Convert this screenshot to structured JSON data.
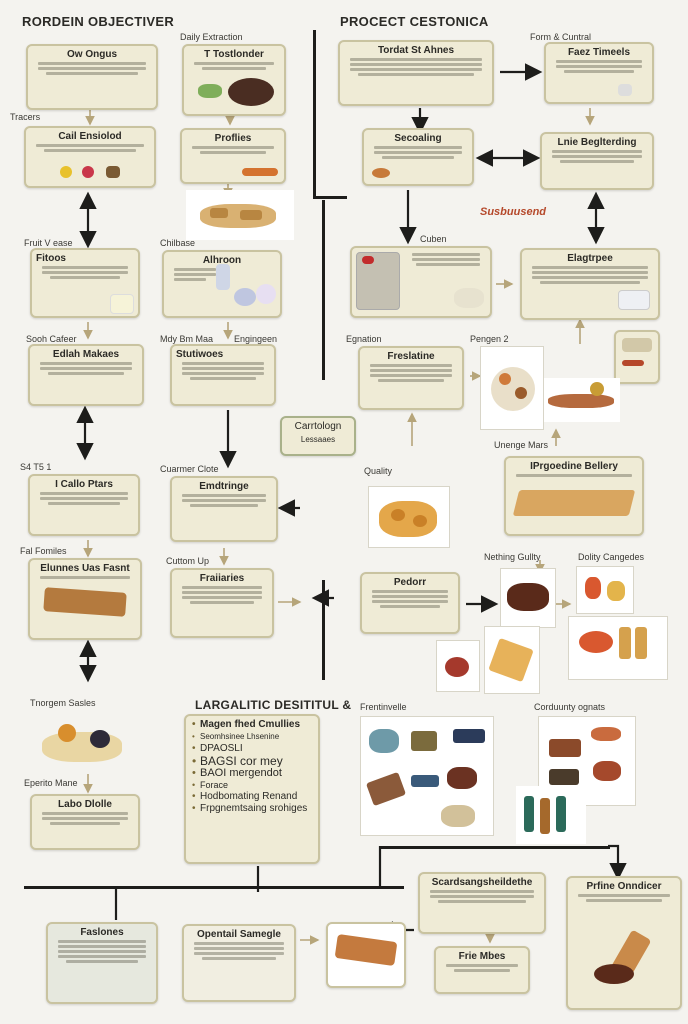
{
  "headers": {
    "left": "RORDEIN OBJECTIVER",
    "right": "PROCECT CESTONICA",
    "mid": "LARGALITIC DESITITUL &",
    "right_logo": "Susbuusend"
  },
  "labels": {
    "daily_extraction": "Daily Extraction",
    "form_control": "Form & Cuntral",
    "tracers": "Tracers",
    "fruit_vase": "Fruit V ease",
    "childbase": "Chilbase",
    "cuben": "Cuben",
    "sooh_cafeer": "Sooh Cafeer",
    "mdy_bm_maa": "Mdy Bm Maa",
    "engingreen": "Engingeen",
    "egnation": "Egnation",
    "pengen": "Pengen 2",
    "quality": "Quality",
    "unenge_mars": "Unenge Mars",
    "st_tp": "S4 T5 1",
    "cuarmer_clote": "Cuarmer Clote",
    "fel_fornilies": "Fal Fomiles",
    "cuttom_up": "Cuttom Up",
    "nething_gullty": "Nething Gullty",
    "dolity_cangedes": "Dolity Cangedes",
    "tnorgem_sasles": "Tnorgem Sasles",
    "frentinvelle": "Frentinvelle",
    "corduunty_ognats": "Corduunty ognats",
    "eperito_mane": "Eperito Mane"
  },
  "boxes": {
    "ow_ongus": "Ow Ongus",
    "cail_ensiolod": "Cail Ensiolod",
    "t_tostlonder": "T Tostlonder",
    "profiles": "Proflies",
    "tordat_ahnes": "Tordat St Ahnes",
    "faez_timeels": "Faez Timeels",
    "secoalling": "Secoaling",
    "lnie_beglterding": "Lnie Beglterding",
    "alhroon": "Alhroon",
    "fitoos": "Fitoos",
    "edalm_wabes": "Edlah Makaes",
    "stutiwoes": "Stutiwoes",
    "freslatine": "Freslatine",
    "elagtrpee": "Elagtrpee",
    "ipogedine_beltery": "IPrgoedine Bellery",
    "cartologn": "Carrtologn",
    "cartologn_sub": "Lessaaes",
    "emdtringe": "Emdtringe",
    "tcallo_ptars": "I Callo Ptars",
    "elunnes_uas_fasnt": "Elunnes Uas Fasnt",
    "fraiiaries": "Fraiiaries",
    "pedorr": "Pedorr",
    "labo_dloile": "Labo Dlolle",
    "scardsang": "Scardsangsheildethe",
    "frie_mbes": "Frie Mbes",
    "prfine_onndicer": "Prfine Onndicer",
    "faslones": "Faslones",
    "opentail_samegle": "Opentail Samegle"
  },
  "mid_list": [
    "Magen fhed Cmullies",
    "Seomhsinee Lhsenine",
    "DPAOSLI",
    "BAGSI cor mey",
    "BAOI mergendot",
    "Forace",
    "Hodbomating Renand",
    "Frpgnemtsaing srohiges"
  ],
  "colors": {
    "box_fill": "#efebd6",
    "box_border": "#c9c3a0",
    "line": "#1d1d1b",
    "accent": "#b5482a"
  }
}
